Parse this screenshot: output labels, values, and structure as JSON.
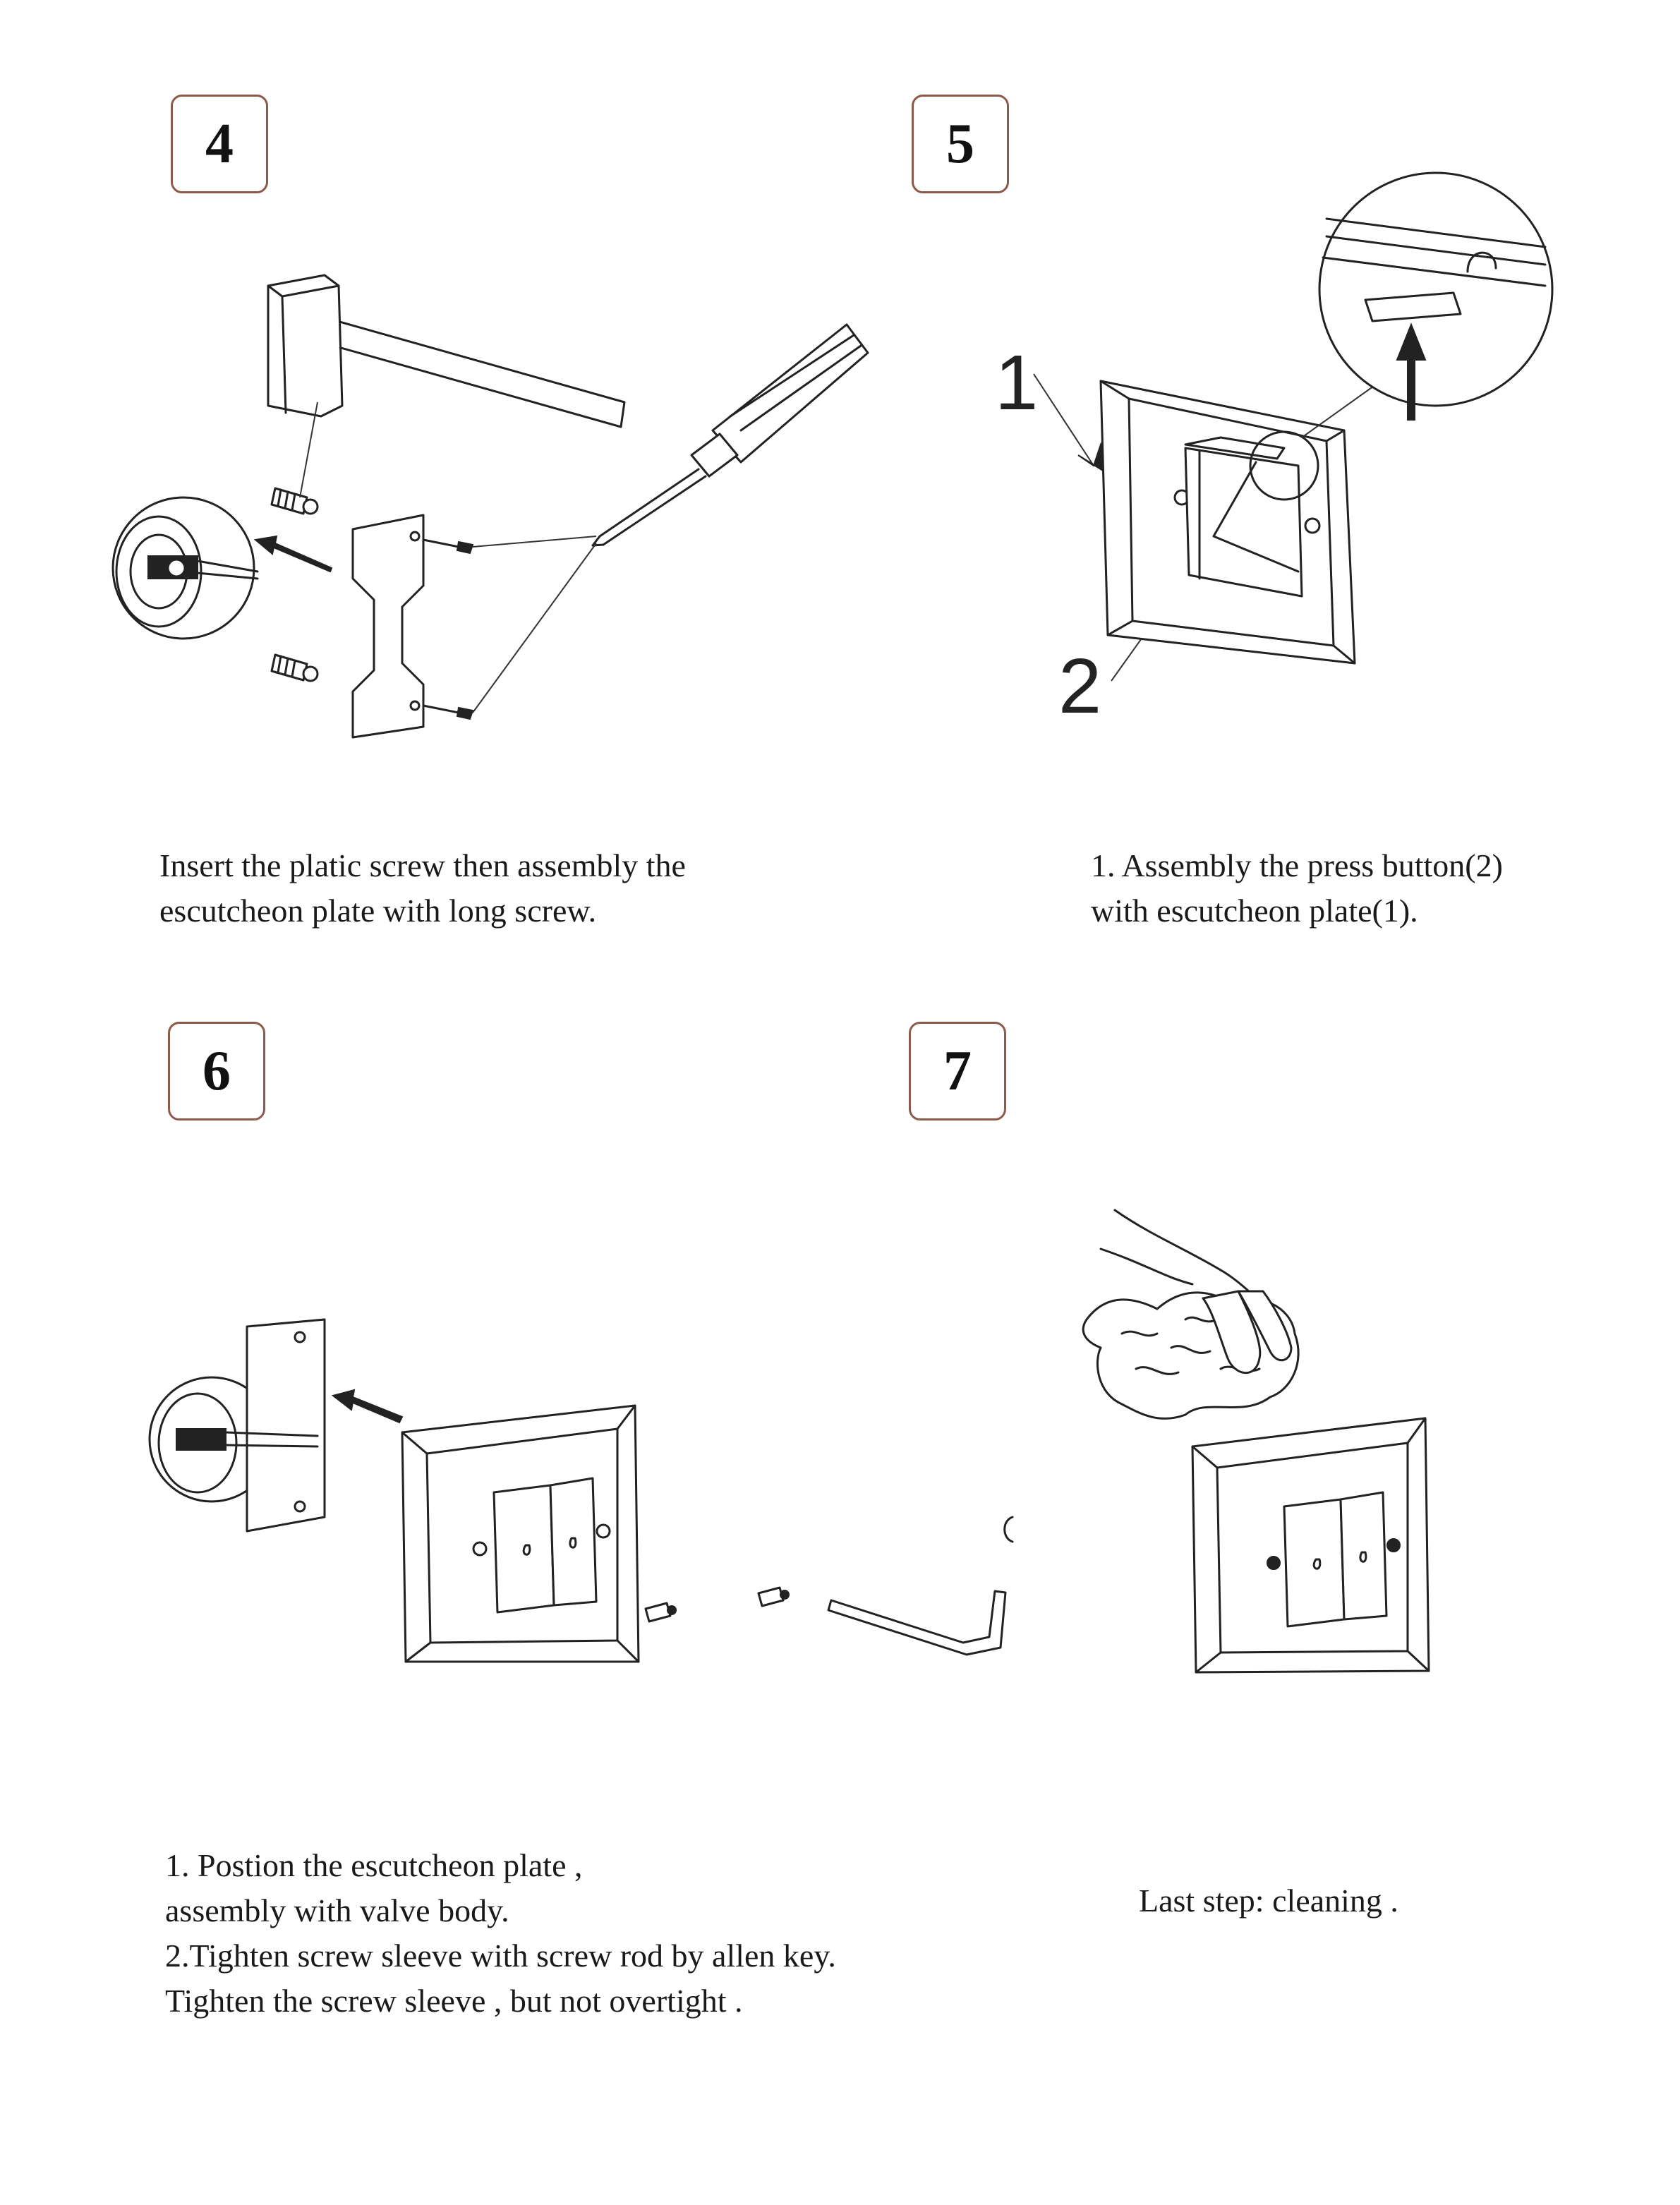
{
  "steps": [
    {
      "number": "4",
      "caption_lines": [
        "Insert the platic screw then assembly the",
        "escutcheon plate with long screw."
      ]
    },
    {
      "number": "5",
      "caption_lines": [
        "1. Assembly the press button(2)",
        "with escutcheon plate(1)."
      ],
      "callouts": [
        "1",
        "2"
      ]
    },
    {
      "number": "6",
      "caption_lines": [
        "1. Postion the escutcheon plate ,",
        "assembly with valve body.",
        "2.Tighten screw sleeve with screw rod by allen key.",
        "Tighten the screw sleeve , but not overtight ."
      ]
    },
    {
      "number": "7",
      "caption_lines": [
        "Last step: cleaning  ."
      ]
    }
  ],
  "colors": {
    "badge_border": "#8b5a4a",
    "line_art": "#222222",
    "text": "#1a1a1a"
  }
}
